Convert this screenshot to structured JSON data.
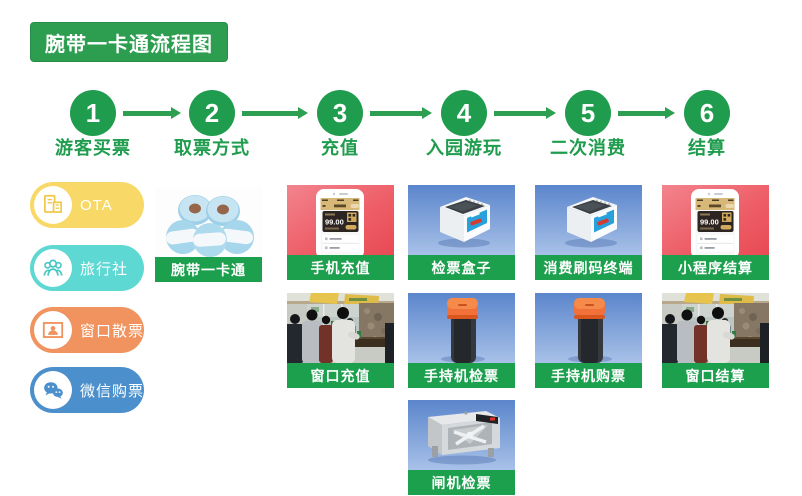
{
  "title": "腕带一卡通流程图",
  "steps": [
    {
      "number": "1",
      "label": "游客买票"
    },
    {
      "number": "2",
      "label": "取票方式"
    },
    {
      "number": "3",
      "label": "充值"
    },
    {
      "number": "4",
      "label": "入园游玩"
    },
    {
      "number": "5",
      "label": "二次消费"
    },
    {
      "number": "6",
      "label": "结算"
    }
  ],
  "purchase_channels": [
    {
      "label": "OTA",
      "icon": "building-icon",
      "color": "#F8D867"
    },
    {
      "label": "旅行社",
      "icon": "group-icon",
      "color": "#5ED8D3"
    },
    {
      "label": "窗口散票",
      "icon": "photo-icon",
      "color": "#F0935F"
    },
    {
      "label": "微信购票",
      "icon": "wechat-icon",
      "color": "#4B90CC"
    }
  ],
  "tiles": [
    {
      "label": "腕带一卡通",
      "image": "wristband-rolls"
    },
    {
      "label": "手机充值",
      "image": "phone-app"
    },
    {
      "label": "窗口充值",
      "image": "ticket-window-photo"
    },
    {
      "label": "检票盒子",
      "image": "scanner-box"
    },
    {
      "label": "手持机检票",
      "image": "handheld-device"
    },
    {
      "label": "闸机检票",
      "image": "turnstile-gate"
    },
    {
      "label": "消费刷码终端",
      "image": "scanner-box"
    },
    {
      "label": "手持机购票",
      "image": "handheld-device"
    },
    {
      "label": "小程序结算",
      "image": "phone-app"
    },
    {
      "label": "窗口结算",
      "image": "ticket-window-photo"
    }
  ],
  "phone_screen": {
    "balance": "99.00"
  },
  "colors": {
    "title_green": "#2D9E50",
    "circle_green": "#1F9C4D",
    "arrow_green": "#2E9E51",
    "label_bar_green": "#1CA04E",
    "pill_yellow": "#F8D867",
    "pill_teal": "#5ED8D3",
    "pill_orange": "#F0935F",
    "pill_blue": "#4B90CC"
  }
}
